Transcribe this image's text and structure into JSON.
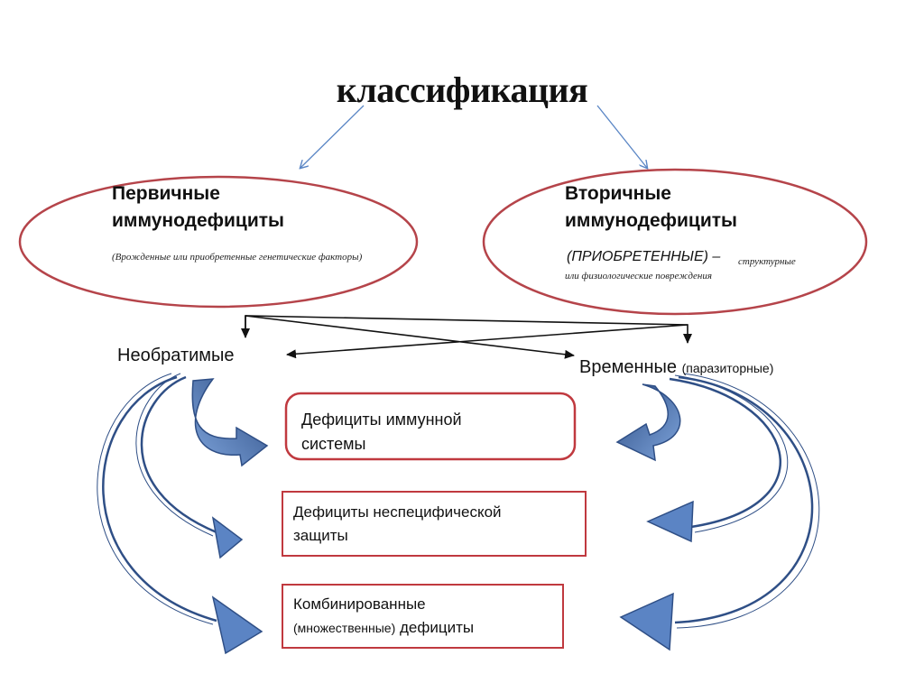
{
  "title": "классификация",
  "primary": {
    "line1": "Первичные",
    "line2": "иммунодефициты",
    "note": "(Врожденные или приобретенные генетические факторы)"
  },
  "secondary": {
    "line1": "Вторичные",
    "line2": "иммунодефициты",
    "note_main": "(ПРИОБРЕТЕННЫЕ) –",
    "note_inline": "структурные",
    "note_tail": "или физиологические повреждения"
  },
  "branches": {
    "irreversible": "Необратимые",
    "temporary": "Временные",
    "temporary_note": "(паразиторные)"
  },
  "boxes": {
    "immune": {
      "line1": "Дефициты иммунной",
      "line2": "системы"
    },
    "nonspecific": {
      "line1": "Дефициты неспецифической",
      "line2": "защиты"
    },
    "combined": {
      "line1": "Комбинированные",
      "line2_small": "(множественные)",
      "line2_rest": " дефициты"
    }
  },
  "colors": {
    "oval_stroke": "#b5444a",
    "box_stroke": "#c0393f",
    "arrow_blue_fill": "#5b84c4",
    "arrow_blue_dark": "#2f4f86",
    "connector_blue": "#5a86c5",
    "line_black": "#111111"
  }
}
